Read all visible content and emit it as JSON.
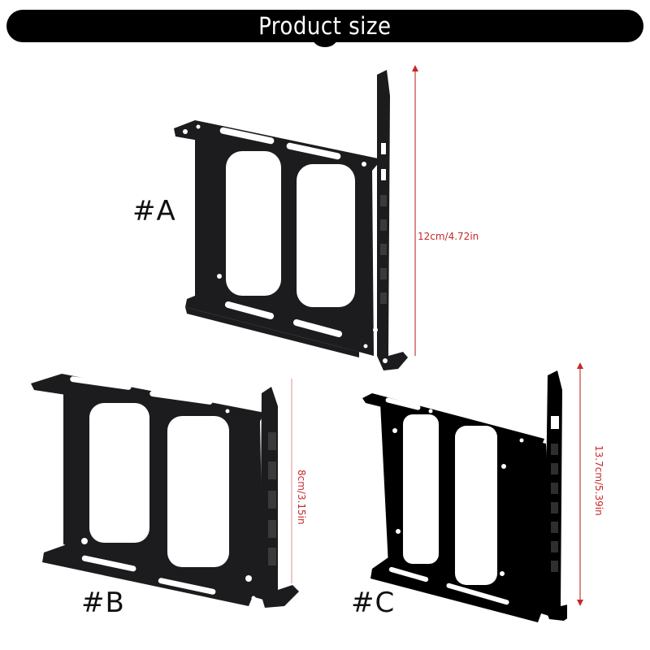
{
  "header": {
    "title": "Product size"
  },
  "products": [
    {
      "id": "A",
      "label": "#A",
      "dimension": "12cm/4.72in",
      "dimension_orientation": "horizontal",
      "slot_cutouts": 7
    },
    {
      "id": "B",
      "label": "#B",
      "dimension": "8cm/3.15in",
      "dimension_orientation": "vertical",
      "slot_cutouts": 5
    },
    {
      "id": "C",
      "label": "#C",
      "dimension": "13.7cm/5.39in",
      "dimension_orientation": "vertical",
      "slot_cutouts": 8
    }
  ],
  "colors": {
    "header_bg": "#000000",
    "header_text": "#ffffff",
    "dimension": "#c62828",
    "bracket": "#1c1c1e"
  }
}
